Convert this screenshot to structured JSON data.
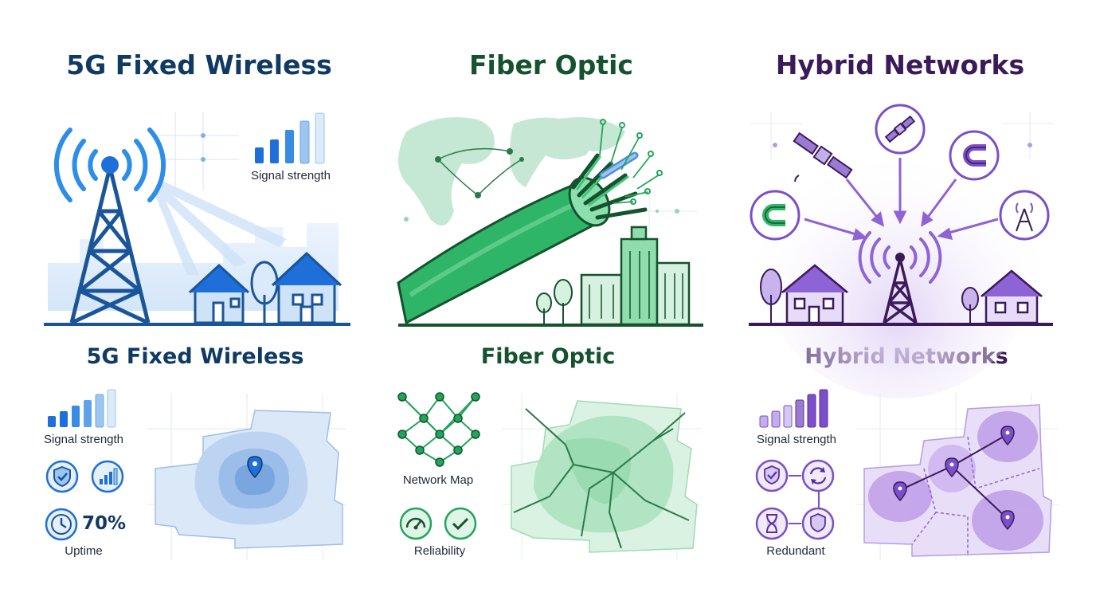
{
  "columns": [
    {
      "title": "5G Fixed Wireless",
      "subtitle": "5G Fixed Wireless",
      "top_label": "Signal strength",
      "bottom_labels": [
        "Signal strength",
        "Uptime"
      ],
      "stat": "70%",
      "color": "#1e6fd9"
    },
    {
      "title": "Fiber Optic",
      "subtitle": "Fiber Optic",
      "bottom_labels": [
        "Network Map",
        "Reliability"
      ],
      "color": "#22a55a"
    },
    {
      "title": "Hybrid Networks",
      "subtitle": "Hybrid Networks",
      "bottom_labels": [
        "Signal strength",
        "Redundant"
      ],
      "color": "#7b4fc9"
    }
  ],
  "icons": {
    "col1": [
      "cell-tower-icon",
      "signal-bars-icon",
      "house-icon",
      "tree-icon",
      "shield-check-icon",
      "signal-chart-icon",
      "clock-icon",
      "map-pin-icon"
    ],
    "col2": [
      "world-map-icon",
      "fiber-cable-icon",
      "building-icon",
      "tree-icon",
      "network-graph-icon",
      "gauge-icon",
      "checkmark-icon"
    ],
    "col3": [
      "satellite-icon",
      "magnet-icon",
      "cell-tower-icon",
      "house-icon",
      "shield-check-icon",
      "sync-icon",
      "hourglass-icon",
      "map-pin-icon"
    ]
  }
}
